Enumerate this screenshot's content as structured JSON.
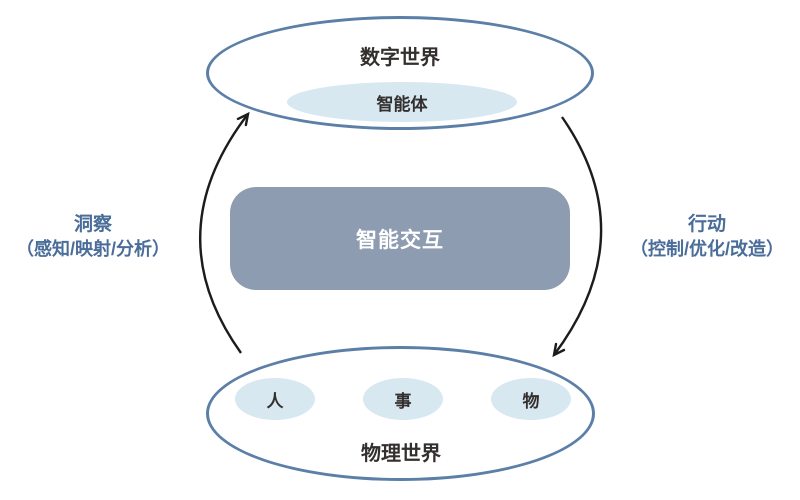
{
  "diagram": {
    "digital_world": {
      "label": "数字世界"
    },
    "agent": {
      "label": "智能体"
    },
    "interaction": {
      "label": "智能交互"
    },
    "physical_world": {
      "label": "物理世界"
    },
    "entities": [
      {
        "label": "人"
      },
      {
        "label": "事"
      },
      {
        "label": "物"
      }
    ],
    "insight_flow": {
      "title": "洞察",
      "subtitle": "（感知/映射/分析）"
    },
    "action_flow": {
      "title": "行动",
      "subtitle": "（控制/优化/改造）"
    },
    "colors": {
      "ellipse_border": "#5b7fa6",
      "light_fill": "#d7e8f0",
      "rect_fill": "#8e9cb1",
      "rect_text": "#ffffff",
      "dark_text": "#332f2e",
      "side_label_blue": "#4a6d99",
      "arrow": "#1c1c1c"
    }
  }
}
